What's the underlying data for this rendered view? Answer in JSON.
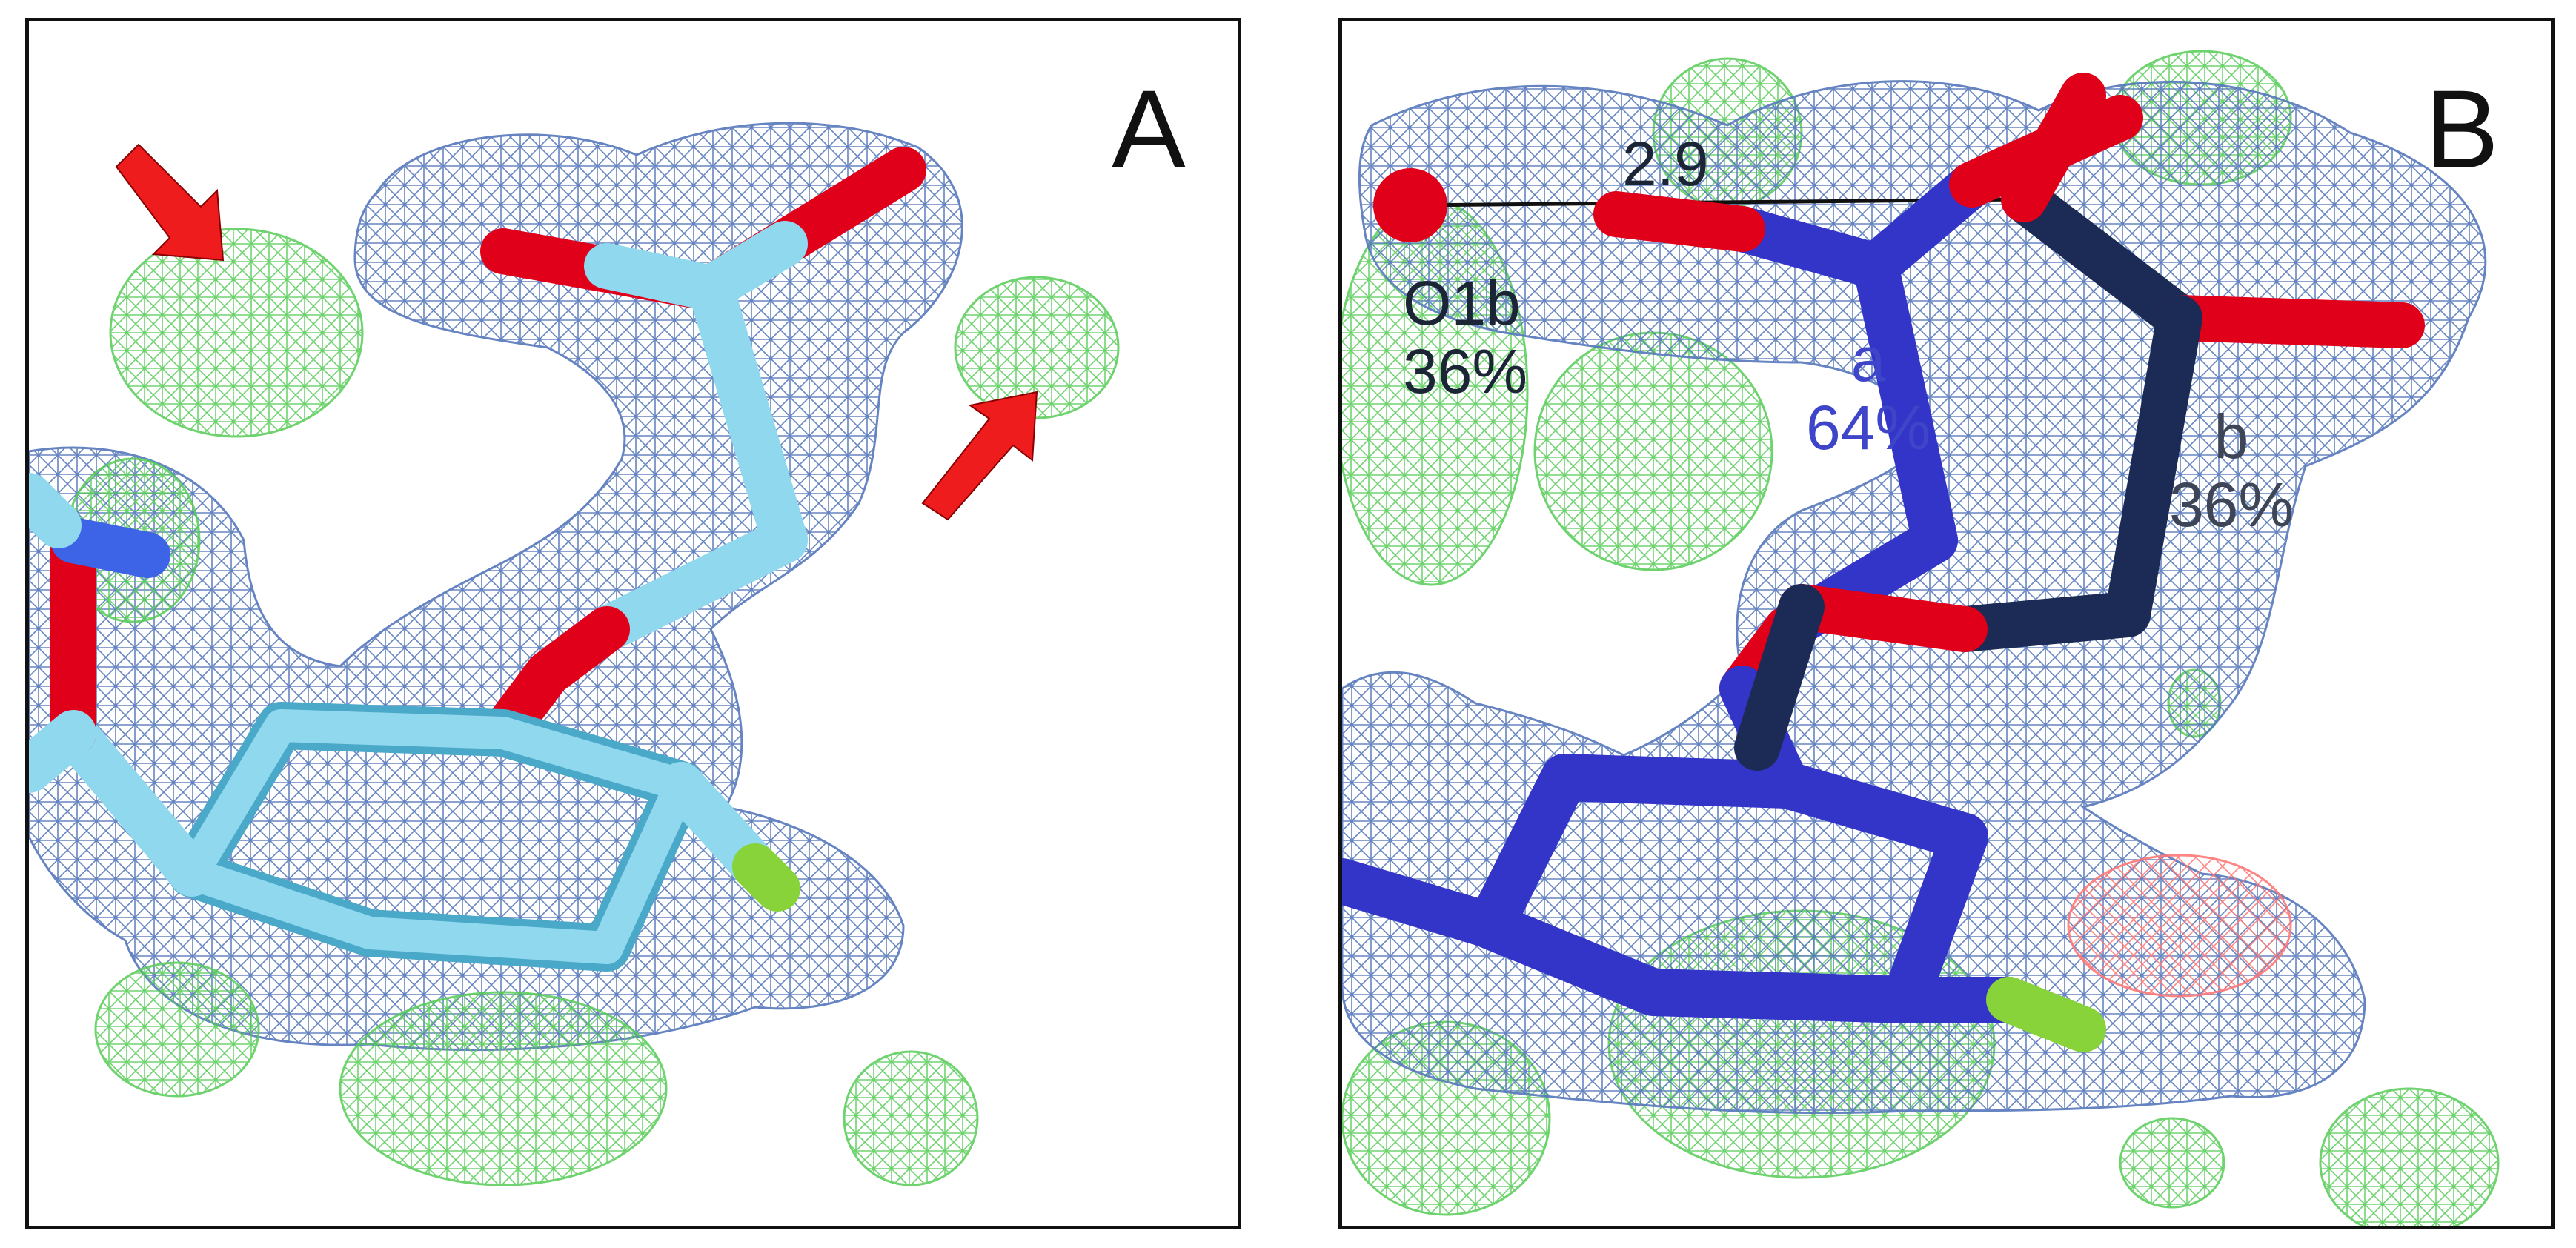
{
  "panels": {
    "a": {
      "letter": "A"
    },
    "b": {
      "letter": "B",
      "distance": "2.9",
      "water_name": "O1b",
      "water_occ": "36%",
      "conf_a_name": "a",
      "conf_a_occ": "64%",
      "conf_b_name": "b",
      "conf_b_occ": "36%"
    }
  },
  "colors": {
    "mesh_2fofc": "#5577bb",
    "mesh_fofc_positive": "#55cc55",
    "mesh_fofc_negative": "#ff7777",
    "carbon_a": "#8fd8ee",
    "carbon_a_dark": "#4aa8c8",
    "carbon_b_conf_a": "#3335c8",
    "carbon_b_conf_b": "#1c2b55",
    "oxygen": "#e0001a",
    "nitrogen": "#3d63e6",
    "fluorine": "#88d33a",
    "arrow": "#ee1c1c",
    "distance_line": "#111111"
  }
}
